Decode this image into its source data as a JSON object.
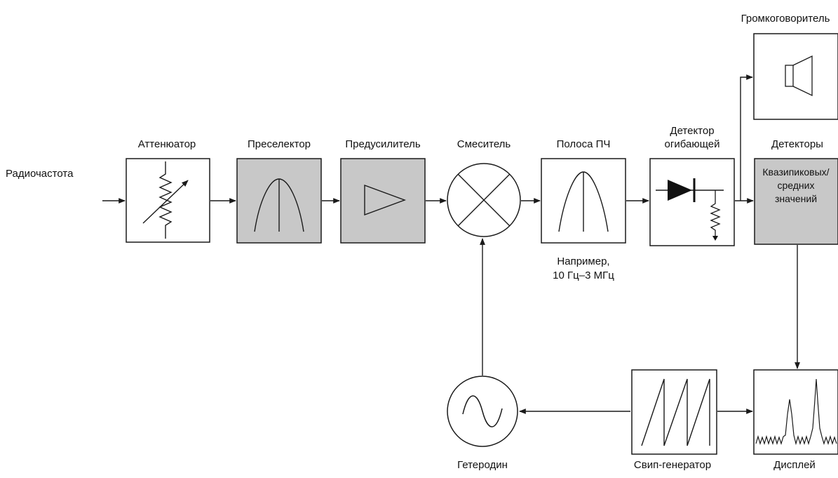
{
  "labels": {
    "input": "Радиочастота",
    "attenuator": "Аттенюатор",
    "preselector": "Преселектор",
    "preamp": "Предусилитель",
    "mixer": "Смеситель",
    "if_band": "Полоса ПЧ",
    "if_note_line1": "Например,",
    "if_note_line2": "10 Гц–3 МГц",
    "envelope_line1": "Детектор",
    "envelope_line2": "огибающей",
    "detectors": "Детекторы",
    "detectors_box_line1": "Квазипиковых/",
    "detectors_box_line2": "средних",
    "detectors_box_line3": "значений",
    "speaker": "Громкоговоритель",
    "oscillator": "Гетеродин",
    "sweep": "Свип-генератор",
    "display": "Дисплей"
  },
  "colors": {
    "stroke": "#1a1a1a",
    "shaded_fill": "#c8c8c8",
    "plain_fill": "#ffffff"
  }
}
